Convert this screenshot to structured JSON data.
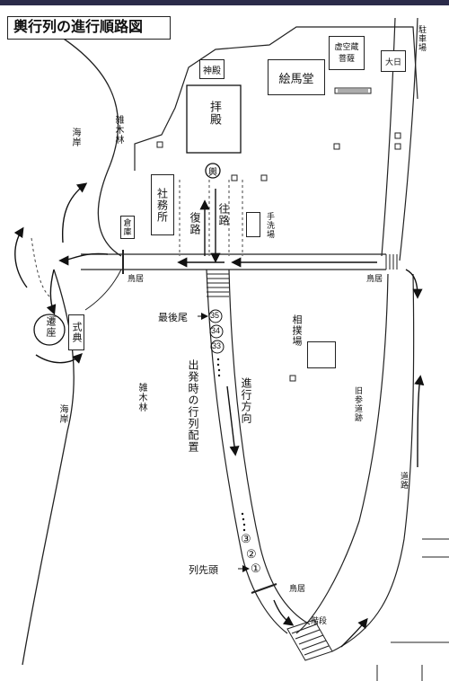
{
  "title": "輿行列の進行順路図",
  "buildings": {
    "shinden": "神殿",
    "haiden": "拝殿",
    "emado": "絵馬堂",
    "kokuzo_l1": "虚空蔵",
    "kokuzo_l2": "菩薩",
    "dainichi": "大日",
    "shamusho": "社務所",
    "soko": "倉庫",
    "temizuba": "手洗場",
    "sumoba": "相撲場",
    "shikiten": "式典",
    "senza": "遷座"
  },
  "labels": {
    "chushajo": "駐車場",
    "zokibayashi_top": "雑木林",
    "zokibayashi_mid": "雑木林",
    "kaigan_top": "海岸",
    "kaigan_bottom": "海岸",
    "torii_left": "鳥居",
    "torii_right": "鳥居",
    "torii_bottom": "鳥居",
    "fukuro": "復路",
    "ouro": "往路",
    "saikobi": "最後尾",
    "retsusento": "列先頭",
    "shinko_hoko": "進行方向",
    "shuppatsu": "出発時の行列配置",
    "kyu_sando": "旧参道跡",
    "doro": "道路",
    "kaidan": "階段",
    "mikoshi": "輿"
  },
  "procession": {
    "last_numbers": [
      "35",
      "34",
      "33"
    ],
    "first_numbers": [
      "③",
      "②",
      "①"
    ]
  }
}
